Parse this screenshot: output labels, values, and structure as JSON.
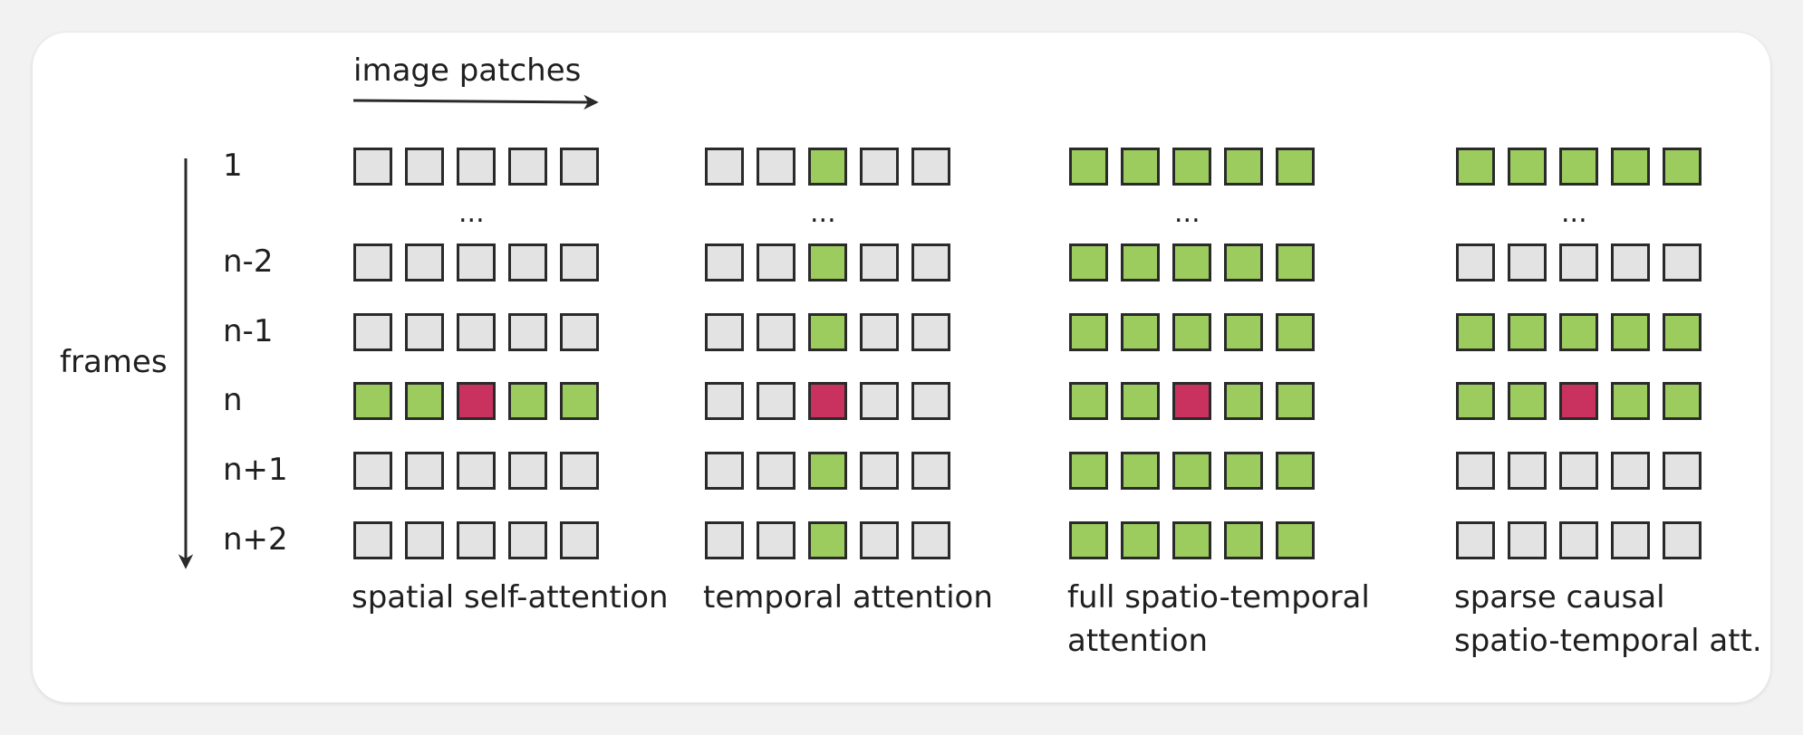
{
  "axis_patches_label": "image patches",
  "axis_frames_label": "frames",
  "frame_labels": [
    "1",
    "n-2",
    "n-1",
    "n",
    "n+1",
    "n+2"
  ],
  "ellipsis": "...",
  "colors": {
    "neutral": "#e3e3e3",
    "attended": "#9ccc5e",
    "query": "#c9325f",
    "outline": "#2a2a2a"
  },
  "panels": [
    {
      "caption": "spatial self-attention",
      "rows": [
        [
          "neutral",
          "neutral",
          "neutral",
          "neutral",
          "neutral"
        ],
        [
          "neutral",
          "neutral",
          "neutral",
          "neutral",
          "neutral"
        ],
        [
          "neutral",
          "neutral",
          "neutral",
          "neutral",
          "neutral"
        ],
        [
          "attended",
          "attended",
          "query",
          "attended",
          "attended"
        ],
        [
          "neutral",
          "neutral",
          "neutral",
          "neutral",
          "neutral"
        ],
        [
          "neutral",
          "neutral",
          "neutral",
          "neutral",
          "neutral"
        ]
      ]
    },
    {
      "caption": "temporal attention",
      "rows": [
        [
          "neutral",
          "neutral",
          "attended",
          "neutral",
          "neutral"
        ],
        [
          "neutral",
          "neutral",
          "attended",
          "neutral",
          "neutral"
        ],
        [
          "neutral",
          "neutral",
          "attended",
          "neutral",
          "neutral"
        ],
        [
          "neutral",
          "neutral",
          "query",
          "neutral",
          "neutral"
        ],
        [
          "neutral",
          "neutral",
          "attended",
          "neutral",
          "neutral"
        ],
        [
          "neutral",
          "neutral",
          "attended",
          "neutral",
          "neutral"
        ]
      ]
    },
    {
      "caption": "full spatio-temporal\nattention",
      "rows": [
        [
          "attended",
          "attended",
          "attended",
          "attended",
          "attended"
        ],
        [
          "attended",
          "attended",
          "attended",
          "attended",
          "attended"
        ],
        [
          "attended",
          "attended",
          "attended",
          "attended",
          "attended"
        ],
        [
          "attended",
          "attended",
          "query",
          "attended",
          "attended"
        ],
        [
          "attended",
          "attended",
          "attended",
          "attended",
          "attended"
        ],
        [
          "attended",
          "attended",
          "attended",
          "attended",
          "attended"
        ]
      ]
    },
    {
      "caption": "sparse causal\nspatio-temporal att.",
      "rows": [
        [
          "attended",
          "attended",
          "attended",
          "attended",
          "attended"
        ],
        [
          "neutral",
          "neutral",
          "neutral",
          "neutral",
          "neutral"
        ],
        [
          "attended",
          "attended",
          "attended",
          "attended",
          "attended"
        ],
        [
          "attended",
          "attended",
          "query",
          "attended",
          "attended"
        ],
        [
          "neutral",
          "neutral",
          "neutral",
          "neutral",
          "neutral"
        ],
        [
          "neutral",
          "neutral",
          "neutral",
          "neutral",
          "neutral"
        ]
      ]
    }
  ]
}
